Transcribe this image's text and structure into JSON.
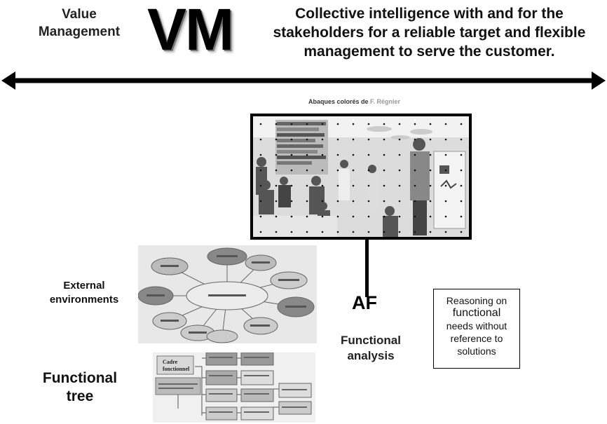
{
  "header": {
    "vm_label": [
      "Value",
      "Management"
    ],
    "vm_abbrev": "VM",
    "tagline": [
      "Collective intelligence with and for the",
      "stakeholders for a reliable target and flexible",
      "management to serve the customer."
    ]
  },
  "photo": {
    "caption_main": "Abaques colorés de ",
    "caption_author": "F. Régnier"
  },
  "af": {
    "abbrev": "AF",
    "label": [
      "Functional",
      "analysis"
    ]
  },
  "reasoning": {
    "lines": [
      "Reasoning on",
      "functional",
      "needs without",
      "reference to",
      "solutions"
    ]
  },
  "external": {
    "label": [
      "External",
      "environments"
    ]
  },
  "tree": {
    "label": [
      "Functional",
      "tree"
    ],
    "root": [
      "Cadre",
      "fonctionnel"
    ]
  },
  "colors": {
    "accent": "#000000",
    "text": "#111111"
  }
}
